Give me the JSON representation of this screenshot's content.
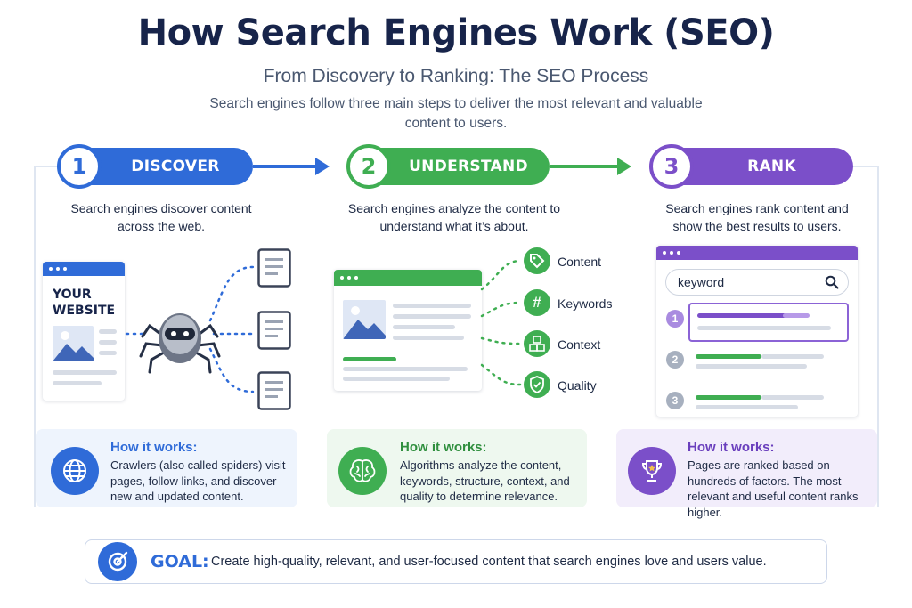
{
  "header": {
    "title": "How Search Engines Work (SEO)",
    "subtitle": "From Discovery to Ranking: The SEO Process",
    "intro": "Search engines follow three main steps to deliver the most relevant and valuable content to users."
  },
  "steps": [
    {
      "number": "1",
      "label": "DISCOVER",
      "description": "Search engines discover content across the web.",
      "color": "#2f6bd8",
      "how_title": "How it works:",
      "how_text": "Crawlers (also called spiders) visit pages, follow links, and discover new and updated content.",
      "icon": "globe-icon"
    },
    {
      "number": "2",
      "label": "UNDERSTAND",
      "description": "Search engines analyze the content to understand what it’s about.",
      "color": "#3fae52",
      "how_title": "How it works:",
      "how_text": "Algorithms analyze the content, keywords, structure, context, and quality to determine relevance.",
      "icon": "brain-icon"
    },
    {
      "number": "3",
      "label": "RANK",
      "description": "Search engines rank content and show the best results to users.",
      "color": "#7b4fc9",
      "how_title": "How it works:",
      "how_text": "Pages are ranked based on hundreds of factors. The most relevant and useful content ranks higher.",
      "icon": "trophy-icon"
    }
  ],
  "discover": {
    "website_label_line1": "YOUR",
    "website_label_line2": "WEBSITE"
  },
  "understand": {
    "factors": [
      {
        "label": "Content",
        "icon": "tag-icon"
      },
      {
        "label": "Keywords",
        "icon": "hash-icon"
      },
      {
        "label": "Context",
        "icon": "cubes-icon"
      },
      {
        "label": "Quality",
        "icon": "shield-check-icon"
      }
    ]
  },
  "rank": {
    "search_value": "keyword",
    "results": [
      "1",
      "2",
      "3"
    ]
  },
  "goal": {
    "label": "GOAL:",
    "text": "Create high-quality, relevant, and user-focused content that search engines love and users value.",
    "icon": "target-icon"
  }
}
